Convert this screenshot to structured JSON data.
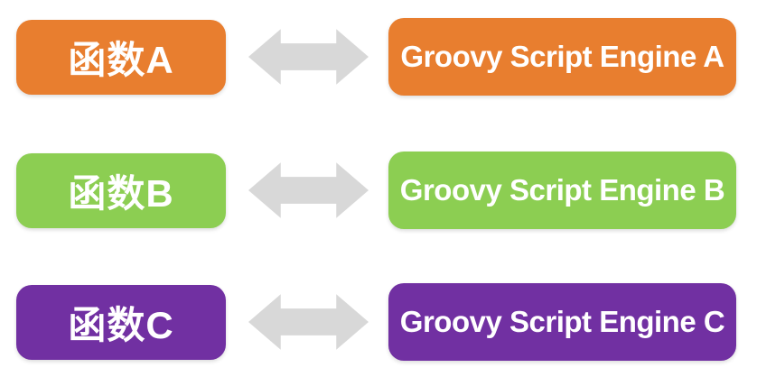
{
  "diagram": {
    "background_color": "#FFFFFF",
    "text_color": "#FFFFFF",
    "arrow_color": "#D8D8D8",
    "arrow_icon": "double-headed-horizontal-arrow",
    "rows": [
      {
        "id": "A",
        "color": "#E87E2F",
        "left_label": "函数A",
        "right_label": "Groovy Script Engine A"
      },
      {
        "id": "B",
        "color": "#8CCE52",
        "left_label": "函数B",
        "right_label": "Groovy Script Engine B"
      },
      {
        "id": "C",
        "color": "#7130A2",
        "left_label": "函数C",
        "right_label": "Groovy Script Engine C"
      }
    ]
  }
}
